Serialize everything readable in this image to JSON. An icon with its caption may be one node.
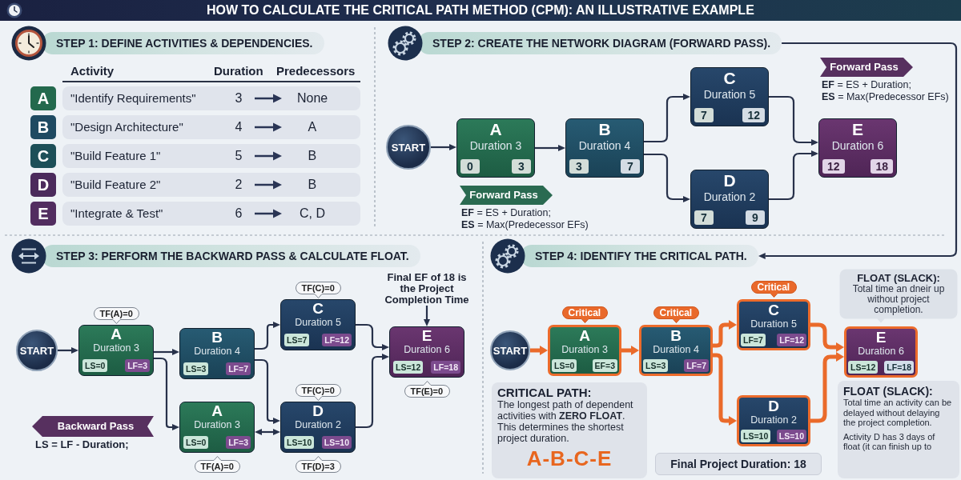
{
  "diagram": {
    "title": "HOW TO CALCULATE THE CRITICAL PATH METHOD (CPM): AN ILLUSTRATIVE EXAMPLE",
    "nodes": [
      {
        "text": [
          "STEP 1: DEFINE ACTIVITIES & DEPENDENCIES."
        ]
      },
      {
        "text": [
          "STEP 2: CREATE THE NETWORK DIAGRAM (FORWARD PASS)."
        ]
      },
      {
        "text": [
          "START"
        ]
      },
      {
        "text": [
          "A",
          "Duration 3",
          "0",
          "3"
        ]
      },
      {
        "text": [
          "B",
          "Duration 4",
          "3",
          "7"
        ]
      },
      {
        "text": [
          "C",
          "Duration 5",
          "7",
          "12"
        ]
      },
      {
        "text": [
          "D",
          "Duration 2",
          "7",
          "9"
        ]
      },
      {
        "text": [
          "E",
          "Duration 6",
          "12",
          "18"
        ]
      },
      {
        "text": [
          "Forward Pass"
        ],
        "beside": [
          "**EF** = ES + Duration;",
          "**ES** = Max(Predecessor EFs)"
        ]
      },
      {
        "text": [
          "Forward Pass"
        ],
        "beside": [
          "**EF** = ES + Duration;",
          "**ES** = Max(Predecessor EFs)"
        ]
      },
      {
        "text": [
          "STEP 3: PERFORM THE BACKWARD PASS & CALCULATE FLOAT."
        ]
      },
      {
        "text": [
          "START"
        ]
      },
      {
        "text": [
          "TF(A)=0"
        ]
      },
      {
        "text": [
          "A",
          "Duration 3",
          "LS=0",
          "LF=3"
        ]
      },
      {
        "text": [
          "B",
          "Duration 4",
          "LS=3",
          "LF=7"
        ]
      },
      {
        "text": [
          "A",
          "Duration 3",
          "LS=0",
          "LF=3"
        ]
      },
      {
        "text": [
          "TF(A)=0"
        ]
      },
      {
        "text": [
          "TF(C)=0"
        ]
      },
      {
        "text": [
          "C",
          "Duration 5",
          "LS=7",
          "LF=12"
        ]
      },
      {
        "text": [
          "TF(C)=0"
        ]
      },
      {
        "text": [
          "D",
          "Duration 2",
          "LS=10",
          "LS=10"
        ]
      },
      {
        "text": [
          "TF(D)=3"
        ]
      },
      {
        "text": [
          "Final EF of 18 is the Project Completion Time"
        ]
      },
      {
        "text": [
          "E",
          "Duration 6",
          "LS=12",
          "LF=18"
        ]
      },
      {
        "text": [
          "TF(E)=0"
        ]
      },
      {
        "text": [
          "Backward Pass"
        ],
        "beside": [
          "LS = LF - Duration;"
        ]
      },
      {
        "text": [
          "STEP 4: IDENTIFY THE CRITICAL PATH."
        ]
      },
      {
        "text": [
          "START"
        ]
      },
      {
        "text": [
          "Critical"
        ]
      },
      {
        "text": [
          "A",
          "Duration 3",
          "LS=0",
          "EF=3"
        ]
      },
      {
        "text": [
          "Critical"
        ]
      },
      {
        "text": [
          "B",
          "Duration 4",
          "LS=3",
          "LF=7"
        ]
      },
      {
        "text": [
          "Critical"
        ]
      },
      {
        "text": [
          "C",
          "Duration 5",
          "LF=7",
          "LF=12"
        ]
      },
      {
        "text": [
          "D",
          "Duration 2",
          "LS=10",
          "LS=10"
        ]
      },
      {
        "text": [
          "FLOAT (SLACK):",
          "Total time an dneir up without project completion."
        ]
      },
      {
        "text": [
          "E",
          "Duration 6",
          "LS=12",
          "LF=18"
        ]
      },
      {
        "text": [
          "CRITICAL PATH:",
          "The longest path of dependent activities with **ZERO FLOAT**. This determines the shortest project duration.",
          "A-B-C-E"
        ]
      },
      {
        "text": [
          "Final Project Duration: 18"
        ]
      },
      {
        "text": [
          "FLOAT (SLACK):",
          "Total time an activity can be delayed without delaying the project completion.",
          "Activity D has 3 days of float (it can finish up to"
        ]
      }
    ],
    "edges": [
      {
        "from": 2,
        "to": 3,
        "arrow": "to"
      },
      {
        "from": 3,
        "to": 4,
        "arrow": "to"
      },
      {
        "from": 4,
        "to": 5,
        "arrow": "to"
      },
      {
        "from": 4,
        "to": 6,
        "arrow": "to"
      },
      {
        "from": 5,
        "to": 7,
        "arrow": "to"
      },
      {
        "from": 6,
        "to": 7,
        "arrow": "to"
      },
      {
        "from": 1,
        "to": 26,
        "arrow": "to"
      },
      {
        "from": 11,
        "to": 13,
        "arrow": "to"
      },
      {
        "from": 13,
        "to": 14,
        "arrow": "to"
      },
      {
        "from": 13,
        "to": 15,
        "arrow": "to"
      },
      {
        "from": 14,
        "to": 18,
        "arrow": "to"
      },
      {
        "from": 14,
        "to": 20,
        "arrow": "to"
      },
      {
        "from": 15,
        "to": 20,
        "arrow": "both"
      },
      {
        "from": 18,
        "to": 23,
        "arrow": "to"
      },
      {
        "from": 20,
        "to": 23,
        "arrow": "to"
      },
      {
        "from": 22,
        "to": 23,
        "arrow": "to"
      },
      {
        "from": 27,
        "to": 29,
        "arrow": "to",
        "style": "thick",
        "color": "#ea6a2a"
      },
      {
        "from": 29,
        "to": 31,
        "arrow": "to",
        "style": "thick",
        "color": "#ea6a2a"
      },
      {
        "from": 31,
        "to": 33,
        "arrow": "to",
        "style": "thick",
        "color": "#ea6a2a"
      },
      {
        "from": 31,
        "to": 34,
        "arrow": "to",
        "style": "thick",
        "color": "#ea6a2a"
      },
      {
        "from": 33,
        "to": 36,
        "arrow": "to",
        "style": "thick",
        "color": "#ea6a2a"
      },
      {
        "from": 34,
        "to": 36,
        "arrow": "to",
        "style": "thick",
        "color": "#ea6a2a"
      }
    ],
    "labels": [
      "Activity",
      "Duration",
      "Predecessors",
      "A",
      "\"Identify Requirements\"",
      "3",
      "None",
      "B",
      "\"Design Architecture\"",
      "4",
      "A",
      "C",
      "\"Build Feature 1\"",
      "5",
      "B",
      "D",
      "\"Build Feature 2\"",
      "2",
      "B",
      "E",
      "\"Integrate & Test\"",
      "6",
      "C, D"
    ]
  }
}
